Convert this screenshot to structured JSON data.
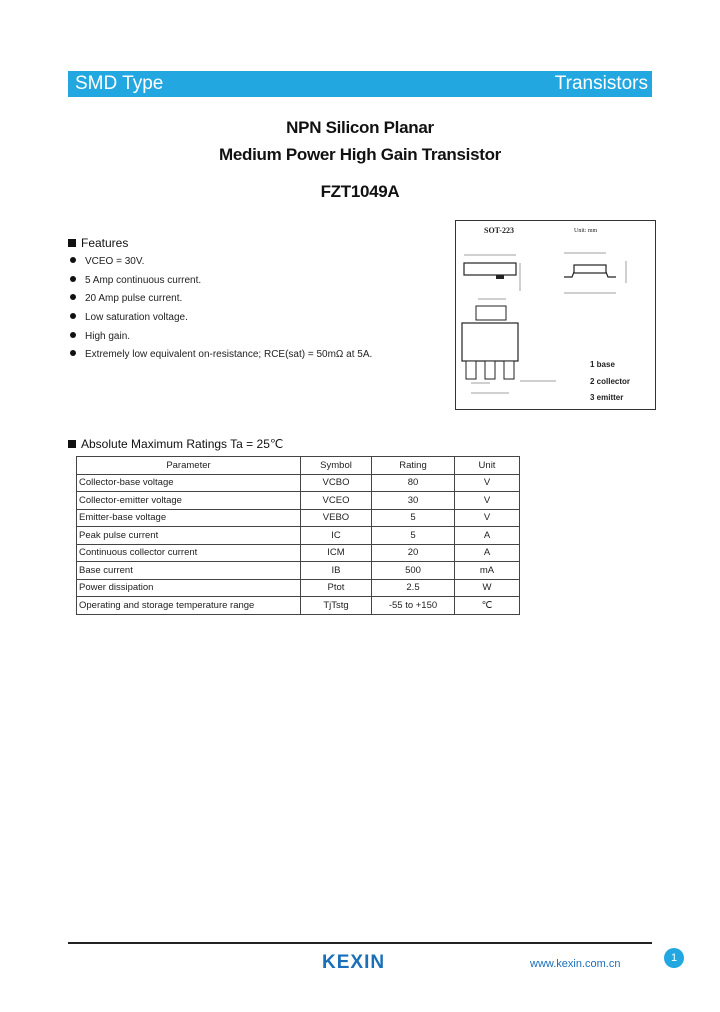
{
  "header": {
    "left": "SMD Type",
    "right": "Transistors"
  },
  "titles": {
    "line1": "NPN Silicon Planar",
    "line2": "Medium Power High Gain Transistor",
    "part": "FZT1049A"
  },
  "features": {
    "heading": "Features",
    "items": [
      "VCEO = 30V.",
      "5 Amp continuous current.",
      "20 Amp pulse current.",
      "Low saturation voltage.",
      "High gain.",
      "Extremely low equivalent on-resistance; RCE(sat) = 50mΩ at 5A."
    ]
  },
  "package": {
    "name": "SOT-223",
    "unit": "Unit: mm",
    "pins": [
      "1 base",
      "2 collector",
      "3 emitter"
    ]
  },
  "ratings": {
    "heading": "Absolute Maximum Ratings Ta = 25℃",
    "columns": [
      "Parameter",
      "Symbol",
      "Rating",
      "Unit"
    ],
    "rows": [
      [
        "Collector-base voltage",
        "VCBO",
        "80",
        "V"
      ],
      [
        "Collector-emitter voltage",
        "VCEO",
        "30",
        "V"
      ],
      [
        "Emitter-base voltage",
        "VEBO",
        "5",
        "V"
      ],
      [
        "Peak pulse current",
        "IC",
        "5",
        "A"
      ],
      [
        "Continuous collector current",
        "ICM",
        "20",
        "A"
      ],
      [
        "Base current",
        "IB",
        "500",
        "mA"
      ],
      [
        "Power dissipation",
        "Ptot",
        "2.5",
        "W"
      ],
      [
        "Operating and storage temperature range",
        "TjTstg",
        "-55 to +150",
        "℃"
      ]
    ]
  },
  "footer": {
    "logo": "KEXIN",
    "url": "www.kexin.com.cn",
    "page": "1"
  }
}
